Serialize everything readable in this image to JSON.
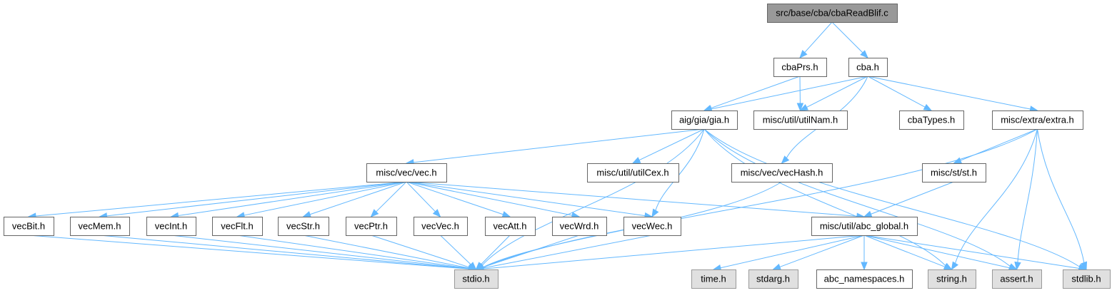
{
  "title": "src/base/cba/cbaReadBlif.c",
  "colors": {
    "edge": "#63b8ff",
    "root_fill": "#999999",
    "system_fill": "#e0e0e0",
    "node_fill": "#ffffff",
    "border": "#666666"
  },
  "nodes": [
    {
      "id": "root",
      "label": "src/base/cba/cbaReadBlif.c",
      "kind": "root"
    },
    {
      "id": "cbaPrs",
      "label": "cbaPrs.h",
      "kind": "plain"
    },
    {
      "id": "cba",
      "label": "cba.h",
      "kind": "plain"
    },
    {
      "id": "gia",
      "label": "aig/gia/gia.h",
      "kind": "plain"
    },
    {
      "id": "utilNam",
      "label": "misc/util/utilNam.h",
      "kind": "plain"
    },
    {
      "id": "cbaTypes",
      "label": "cbaTypes.h",
      "kind": "plain"
    },
    {
      "id": "extra",
      "label": "misc/extra/extra.h",
      "kind": "plain"
    },
    {
      "id": "vec",
      "label": "misc/vec/vec.h",
      "kind": "plain"
    },
    {
      "id": "utilCex",
      "label": "misc/util/utilCex.h",
      "kind": "plain"
    },
    {
      "id": "vecHash",
      "label": "misc/vec/vecHash.h",
      "kind": "plain"
    },
    {
      "id": "st",
      "label": "misc/st/st.h",
      "kind": "plain"
    },
    {
      "id": "vecBit",
      "label": "vecBit.h",
      "kind": "plain"
    },
    {
      "id": "vecMem",
      "label": "vecMem.h",
      "kind": "plain"
    },
    {
      "id": "vecInt",
      "label": "vecInt.h",
      "kind": "plain"
    },
    {
      "id": "vecFlt",
      "label": "vecFlt.h",
      "kind": "plain"
    },
    {
      "id": "vecStr",
      "label": "vecStr.h",
      "kind": "plain"
    },
    {
      "id": "vecPtr",
      "label": "vecPtr.h",
      "kind": "plain"
    },
    {
      "id": "vecVec",
      "label": "vecVec.h",
      "kind": "plain"
    },
    {
      "id": "vecAtt",
      "label": "vecAtt.h",
      "kind": "plain"
    },
    {
      "id": "vecWrd",
      "label": "vecWrd.h",
      "kind": "plain"
    },
    {
      "id": "vecWec",
      "label": "vecWec.h",
      "kind": "plain"
    },
    {
      "id": "abc_global",
      "label": "misc/util/abc_global.h",
      "kind": "plain"
    },
    {
      "id": "stdio",
      "label": "stdio.h",
      "kind": "sys"
    },
    {
      "id": "time",
      "label": "time.h",
      "kind": "sys"
    },
    {
      "id": "stdarg",
      "label": "stdarg.h",
      "kind": "sys"
    },
    {
      "id": "abc_namespaces",
      "label": "abc_namespaces.h",
      "kind": "plain"
    },
    {
      "id": "string",
      "label": "string.h",
      "kind": "sys"
    },
    {
      "id": "assert",
      "label": "assert.h",
      "kind": "sys"
    },
    {
      "id": "stdlib",
      "label": "stdlib.h",
      "kind": "sys"
    }
  ],
  "edges": [
    [
      "root",
      "cbaPrs"
    ],
    [
      "root",
      "cba"
    ],
    [
      "cbaPrs",
      "gia"
    ],
    [
      "cbaPrs",
      "utilNam"
    ],
    [
      "cba",
      "gia"
    ],
    [
      "cba",
      "utilNam"
    ],
    [
      "cba",
      "cbaTypes"
    ],
    [
      "cba",
      "extra"
    ],
    [
      "cba",
      "vecHash"
    ],
    [
      "gia",
      "vec"
    ],
    [
      "gia",
      "utilCex"
    ],
    [
      "gia",
      "vecWec"
    ],
    [
      "gia",
      "stdio"
    ],
    [
      "gia",
      "string"
    ],
    [
      "gia",
      "assert"
    ],
    [
      "gia",
      "stdlib"
    ],
    [
      "extra",
      "st"
    ],
    [
      "extra",
      "stdio"
    ],
    [
      "extra",
      "string"
    ],
    [
      "extra",
      "assert"
    ],
    [
      "extra",
      "stdlib"
    ],
    [
      "vec",
      "vecBit"
    ],
    [
      "vec",
      "vecMem"
    ],
    [
      "vec",
      "vecInt"
    ],
    [
      "vec",
      "vecFlt"
    ],
    [
      "vec",
      "vecStr"
    ],
    [
      "vec",
      "vecPtr"
    ],
    [
      "vec",
      "vecVec"
    ],
    [
      "vec",
      "vecAtt"
    ],
    [
      "vec",
      "vecWrd"
    ],
    [
      "vec",
      "vecWec"
    ],
    [
      "vec",
      "abc_global"
    ],
    [
      "vecHash",
      "stdio"
    ],
    [
      "st",
      "abc_global"
    ],
    [
      "vecBit",
      "stdio"
    ],
    [
      "vecMem",
      "stdio"
    ],
    [
      "vecInt",
      "stdio"
    ],
    [
      "vecFlt",
      "stdio"
    ],
    [
      "vecStr",
      "stdio"
    ],
    [
      "vecPtr",
      "stdio"
    ],
    [
      "vecVec",
      "stdio"
    ],
    [
      "vecAtt",
      "stdio"
    ],
    [
      "vecWrd",
      "stdio"
    ],
    [
      "vecWec",
      "stdio"
    ],
    [
      "abc_global",
      "stdio"
    ],
    [
      "abc_global",
      "time"
    ],
    [
      "abc_global",
      "stdarg"
    ],
    [
      "abc_global",
      "abc_namespaces"
    ],
    [
      "abc_global",
      "string"
    ],
    [
      "abc_global",
      "assert"
    ],
    [
      "abc_global",
      "stdlib"
    ]
  ]
}
